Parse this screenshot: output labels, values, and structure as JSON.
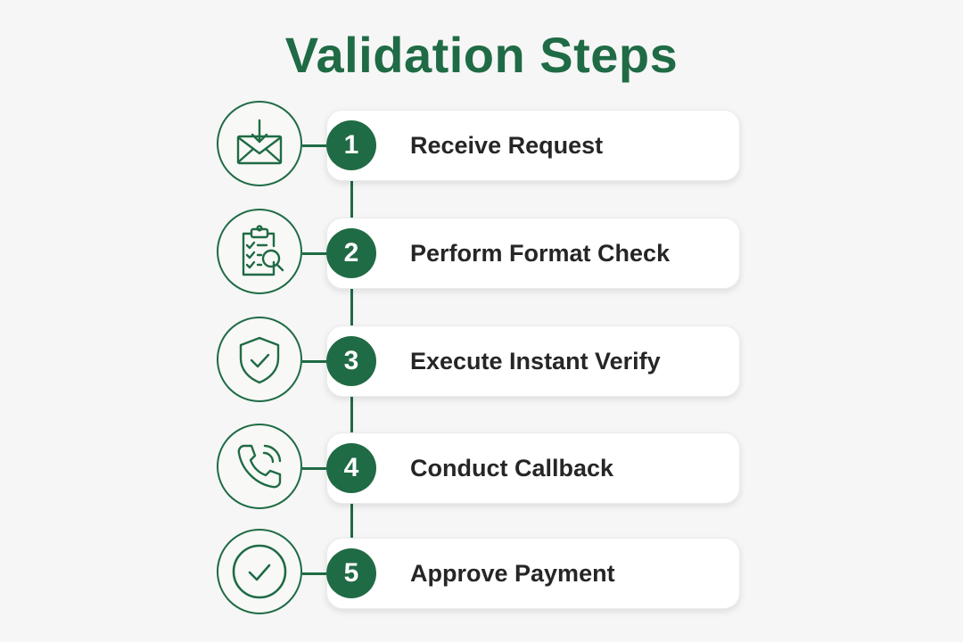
{
  "title": "Validation Steps",
  "colors": {
    "accent": "#1f6b45",
    "background": "#f6f6f6",
    "card": "#ffffff",
    "text": "#262626"
  },
  "steps": [
    {
      "number": "1",
      "label": "Receive Request",
      "icon": "envelope-download-icon"
    },
    {
      "number": "2",
      "label": "Perform Format Check",
      "icon": "clipboard-checklist-magnifier-icon"
    },
    {
      "number": "3",
      "label": "Execute Instant Verify",
      "icon": "shield-check-icon"
    },
    {
      "number": "4",
      "label": "Conduct Callback",
      "icon": "phone-ringing-icon"
    },
    {
      "number": "5",
      "label": "Approve Payment",
      "icon": "check-circle-icon"
    }
  ]
}
